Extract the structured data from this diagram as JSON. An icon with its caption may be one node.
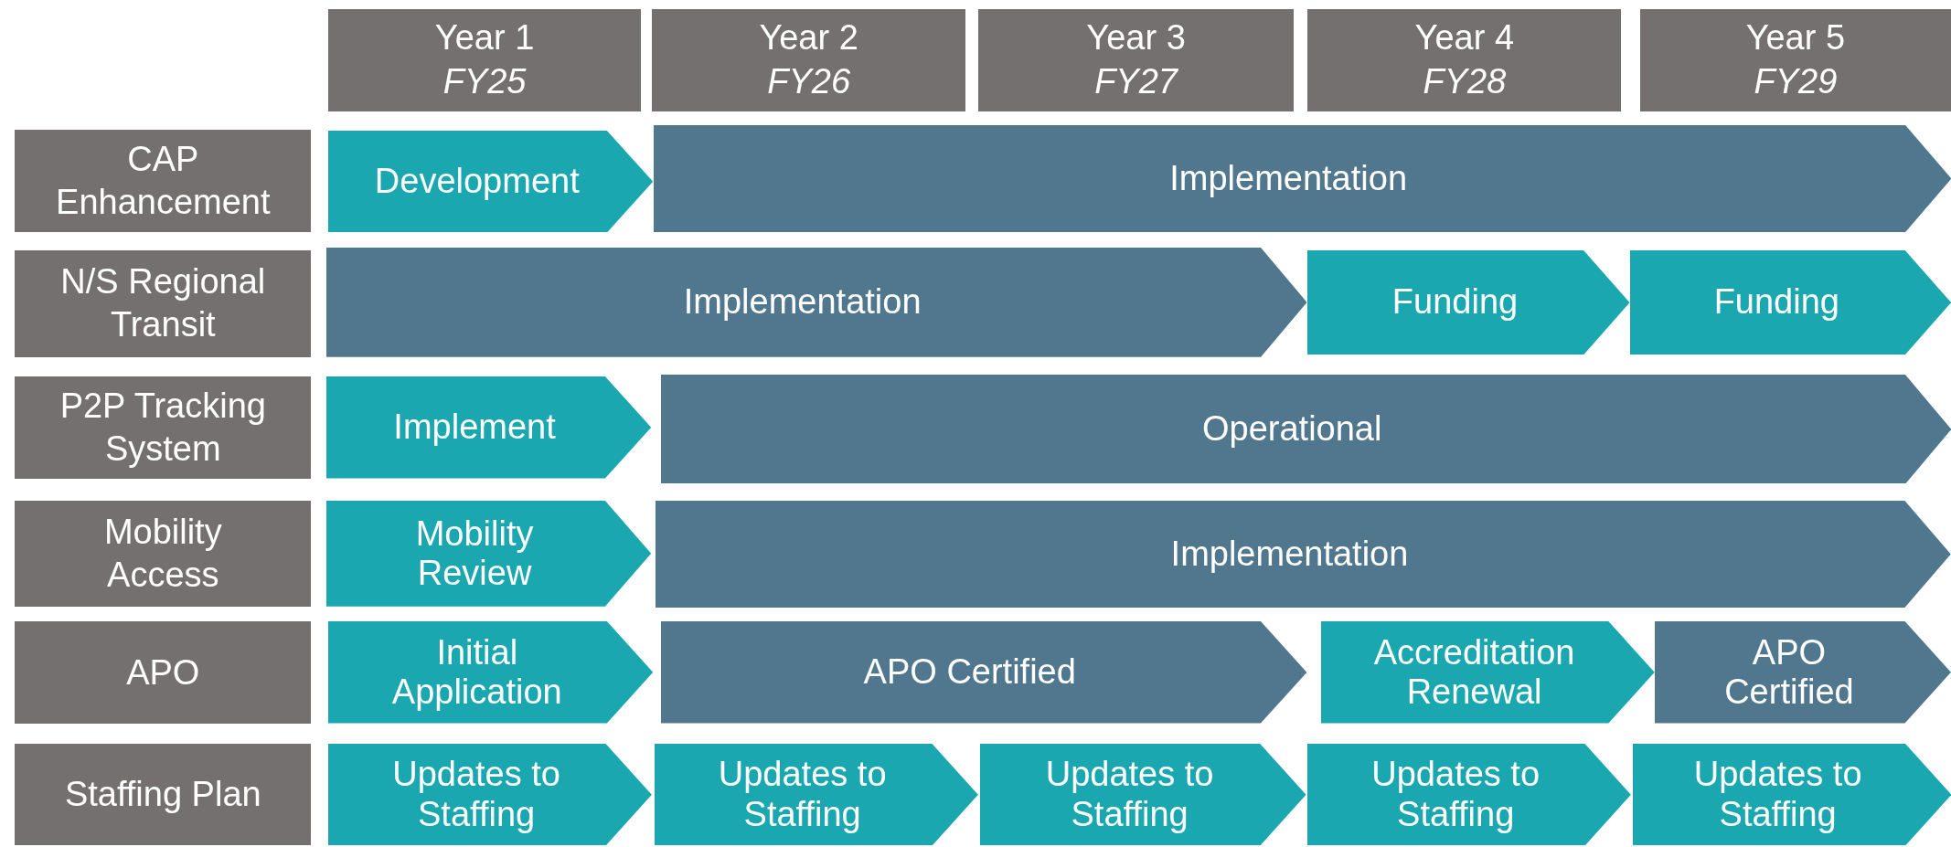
{
  "diagram": {
    "nodes": [
      {
        "text": [
          "Year 1",
          "FY25"
        ]
      },
      {
        "text": [
          "Year 2",
          "FY26"
        ]
      },
      {
        "text": [
          "Year 3",
          "FY27"
        ]
      },
      {
        "text": [
          "Year 4",
          "FY28"
        ]
      },
      {
        "text": [
          "Year 5",
          "FY29"
        ]
      },
      {
        "text": [
          "CAP Enhancement"
        ]
      },
      {
        "text": [
          "Development"
        ]
      },
      {
        "text": [
          "Implementation"
        ]
      },
      {
        "text": [
          "N/S Regional Transit"
        ]
      },
      {
        "text": [
          "Implementation"
        ]
      },
      {
        "text": [
          "Funding"
        ]
      },
      {
        "text": [
          "Funding"
        ]
      },
      {
        "text": [
          "P2P Tracking System"
        ]
      },
      {
        "text": [
          "Implement"
        ]
      },
      {
        "text": [
          "Operational"
        ]
      },
      {
        "text": [
          "Mobility Access"
        ]
      },
      {
        "text": [
          "Mobility Review"
        ]
      },
      {
        "text": [
          "Implementation"
        ]
      },
      {
        "text": [
          "APO"
        ]
      },
      {
        "text": [
          "Initial Application"
        ]
      },
      {
        "text": [
          "APO Certified"
        ]
      },
      {
        "text": [
          "Accreditation Renewal"
        ]
      },
      {
        "text": [
          "APO Certified"
        ]
      },
      {
        "text": [
          "Staffing Plan"
        ]
      },
      {
        "text": [
          "Updates to Staffing"
        ]
      },
      {
        "text": [
          "Updates to Staffing"
        ]
      },
      {
        "text": [
          "Updates to Staffing"
        ]
      },
      {
        "text": [
          "Updates to Staffing"
        ]
      },
      {
        "text": [
          "Updates to Staffing"
        ]
      }
    ]
  }
}
